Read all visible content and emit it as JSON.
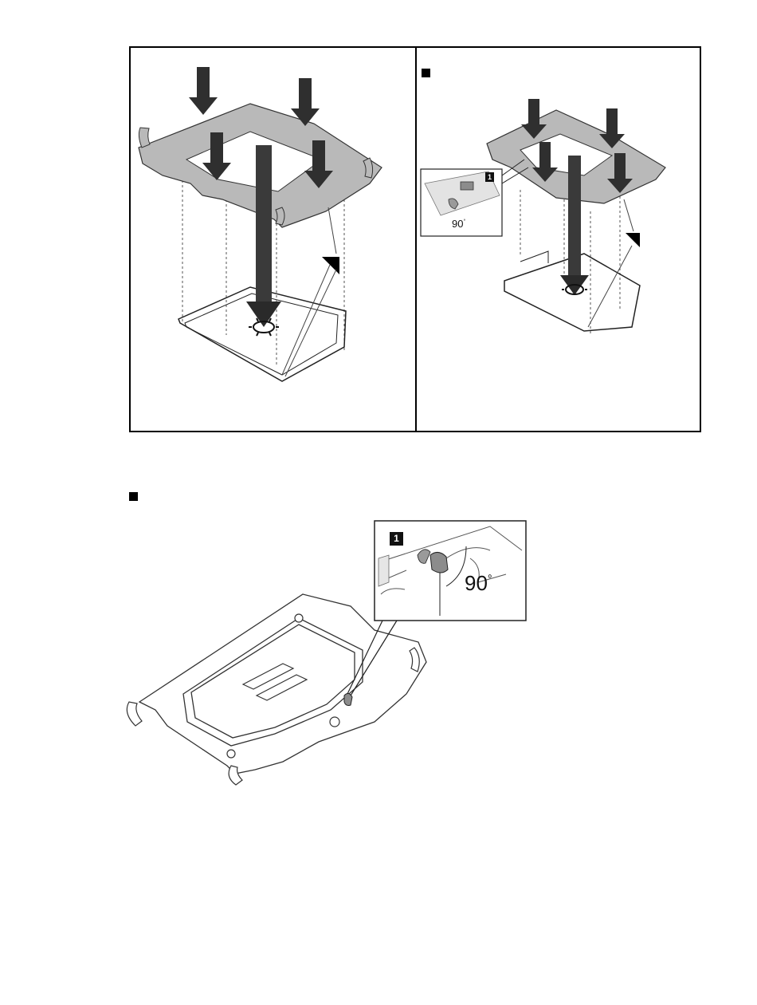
{
  "figure_top": {
    "panel_left": {
      "icon": "carrier-onto-processor-illustration"
    },
    "panel_right": {
      "step_marker_icon": "black-square-step-marker",
      "callout": {
        "number": "1",
        "angle": "90",
        "degree_symbol": "°"
      }
    }
  },
  "figure_bottom": {
    "step_marker_icon": "black-square-step-marker",
    "callout": {
      "number": "1",
      "angle": "90",
      "degree_symbol": "°"
    }
  },
  "colors": {
    "ink": "#111111",
    "part_gray": "#b9b9b9",
    "part_gray_dark": "#8c8c8c",
    "background": "#ffffff"
  }
}
